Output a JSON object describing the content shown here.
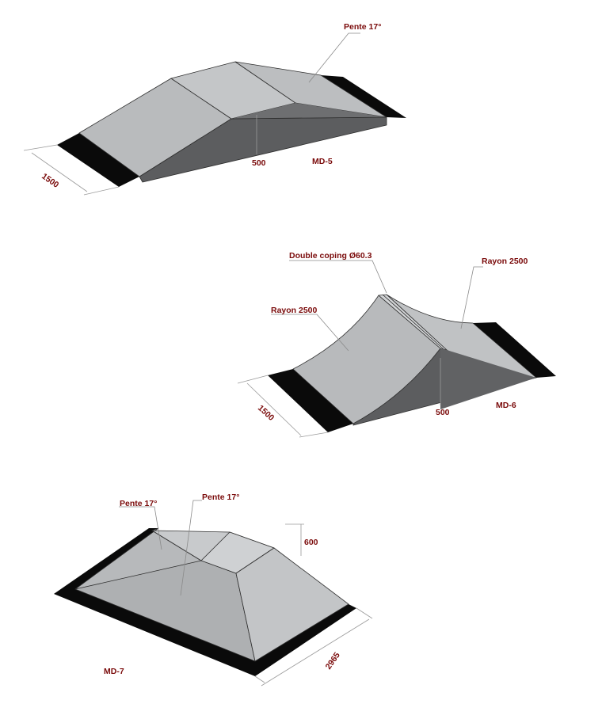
{
  "md5": {
    "model": "MD-5",
    "slope_label": "Pente 17°",
    "width_dim": "1500",
    "height_dim": "500"
  },
  "md6": {
    "model": "MD-6",
    "coping_label": "Double coping Ø60.3",
    "radius_left": "Rayon 2500",
    "radius_right": "Rayon 2500",
    "width_dim": "1500",
    "height_dim": "500"
  },
  "md7": {
    "model": "MD-7",
    "slope_left": "Pente 17°",
    "slope_center": "Pente 17°",
    "height_dim": "600",
    "length_dim": "2965"
  },
  "colors": {
    "top_face": "#bdbfc1",
    "side_face": "#5c5d5f",
    "base": "#0a0a0a",
    "label": "#7a0a0a",
    "background": "#ffffff"
  }
}
